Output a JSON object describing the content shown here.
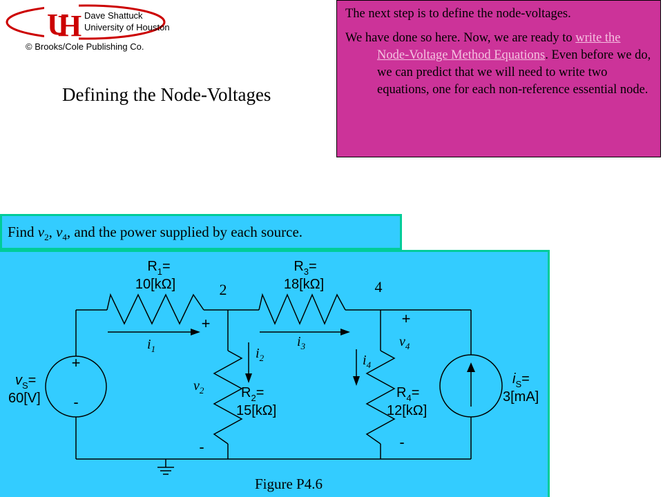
{
  "logo": {
    "author": "Dave Shattuck",
    "university": "University of Houston",
    "copyright": "© Brooks/Cole Publishing Co."
  },
  "slide_title": "Defining the Node-Voltages",
  "callout": {
    "line1": "The next step is to define the node-voltages.",
    "text_before_link": "We have done so here.  Now, we are ready to ",
    "link_text": "write the Node-Voltage Method Equations",
    "text_after_link": ".  Even before we do, we can predict that we will need to write two equations, one for each non-reference essential node."
  },
  "problem": {
    "prefix": "Find ",
    "var1": "v",
    "var1_sub": "2",
    "sep": ", ",
    "var2": "v",
    "var2_sub": "4",
    "suffix": ", and the power supplied by each source."
  },
  "figure": {
    "caption": "Figure P4.6",
    "node_labels": [
      "2",
      "4"
    ],
    "components": {
      "r1": {
        "name": "R",
        "sub": "1",
        "eq": "=",
        "value": "10[kΩ]"
      },
      "r2": {
        "name": "R",
        "sub": "2",
        "eq": "=",
        "value": "15[kΩ]"
      },
      "r3": {
        "name": "R",
        "sub": "3",
        "eq": "=",
        "value": "18[kΩ]"
      },
      "r4": {
        "name": "R",
        "sub": "4",
        "eq": "=",
        "value": "12[kΩ]"
      },
      "vs": {
        "name": "v",
        "sub": "S",
        "eq": "=",
        "value": "60[V]"
      },
      "is": {
        "name": "i",
        "sub": "S",
        "eq": "=",
        "value": "3[mA]"
      }
    },
    "currents": {
      "i1": {
        "name": "i",
        "sub": "1"
      },
      "i2": {
        "name": "i",
        "sub": "2"
      },
      "i3": {
        "name": "i",
        "sub": "3"
      },
      "i4": {
        "name": "i",
        "sub": "4"
      }
    },
    "voltages": {
      "v2": {
        "name": "v",
        "sub": "2"
      },
      "v4": {
        "name": "v",
        "sub": "4"
      }
    },
    "signs": {
      "plus": "+",
      "minus": "-"
    }
  },
  "colors": {
    "callout_bg": "#cc3399",
    "figure_bg": "#33ccff",
    "frame": "#00cc99",
    "link": "#f5c0e0"
  }
}
